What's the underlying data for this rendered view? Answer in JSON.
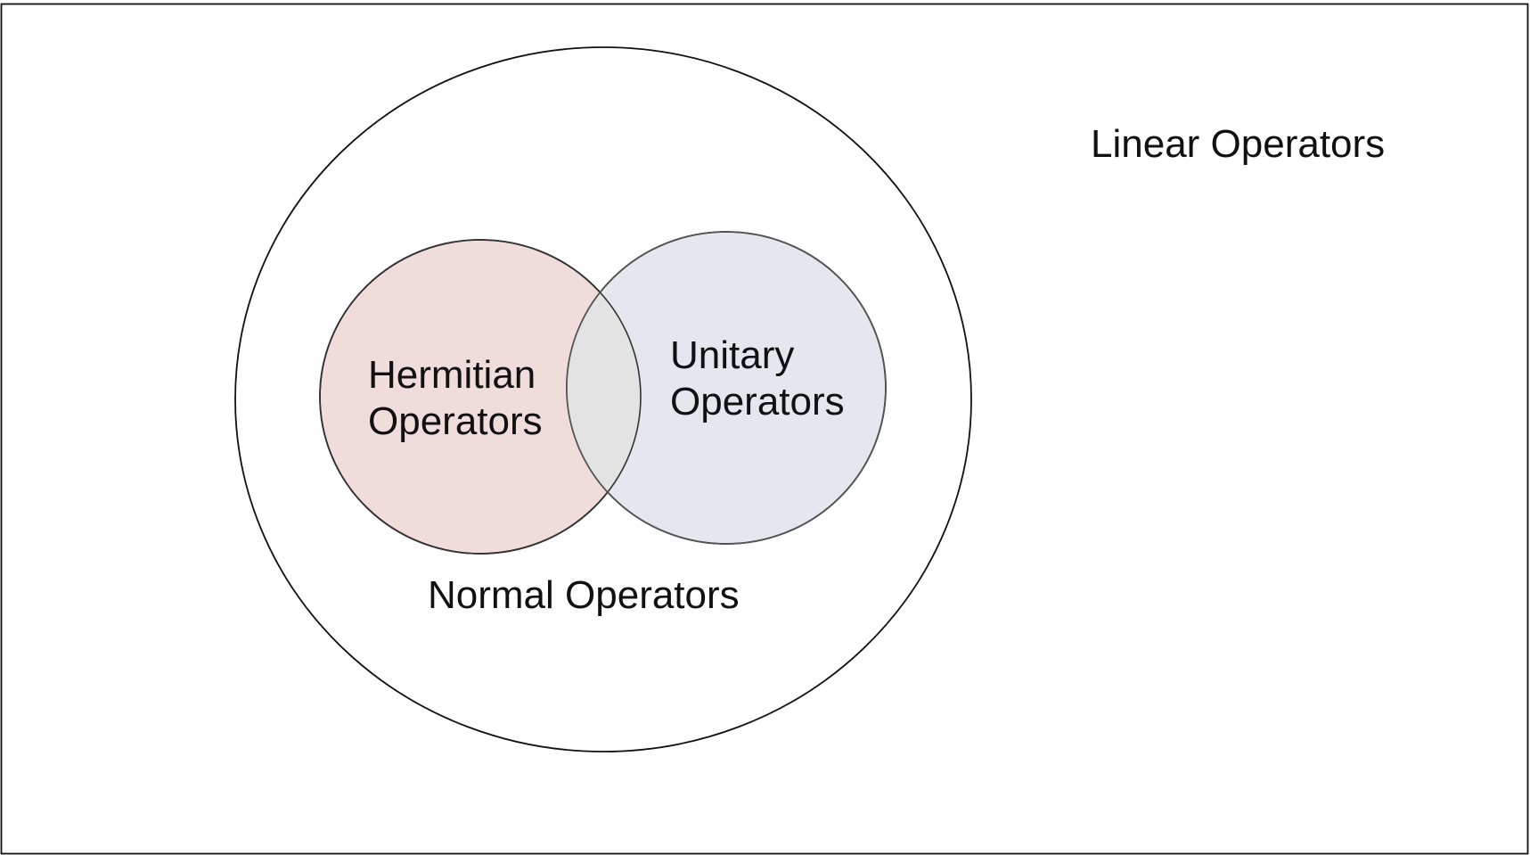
{
  "diagram": {
    "outer_label": "Linear Operators",
    "normal_label": "Normal Operators",
    "hermitian_label_line1": "Hermitian",
    "hermitian_label_line2": "Operators",
    "unitary_label_line1": "Unitary",
    "unitary_label_line2": "Operators"
  },
  "colors": {
    "hermitian_fill": "#f1dcdc",
    "unitary_fill": "#e4e7ee",
    "overlap_fill": "#e3e3e3",
    "stroke": "#111111",
    "background": "#ffffff"
  }
}
